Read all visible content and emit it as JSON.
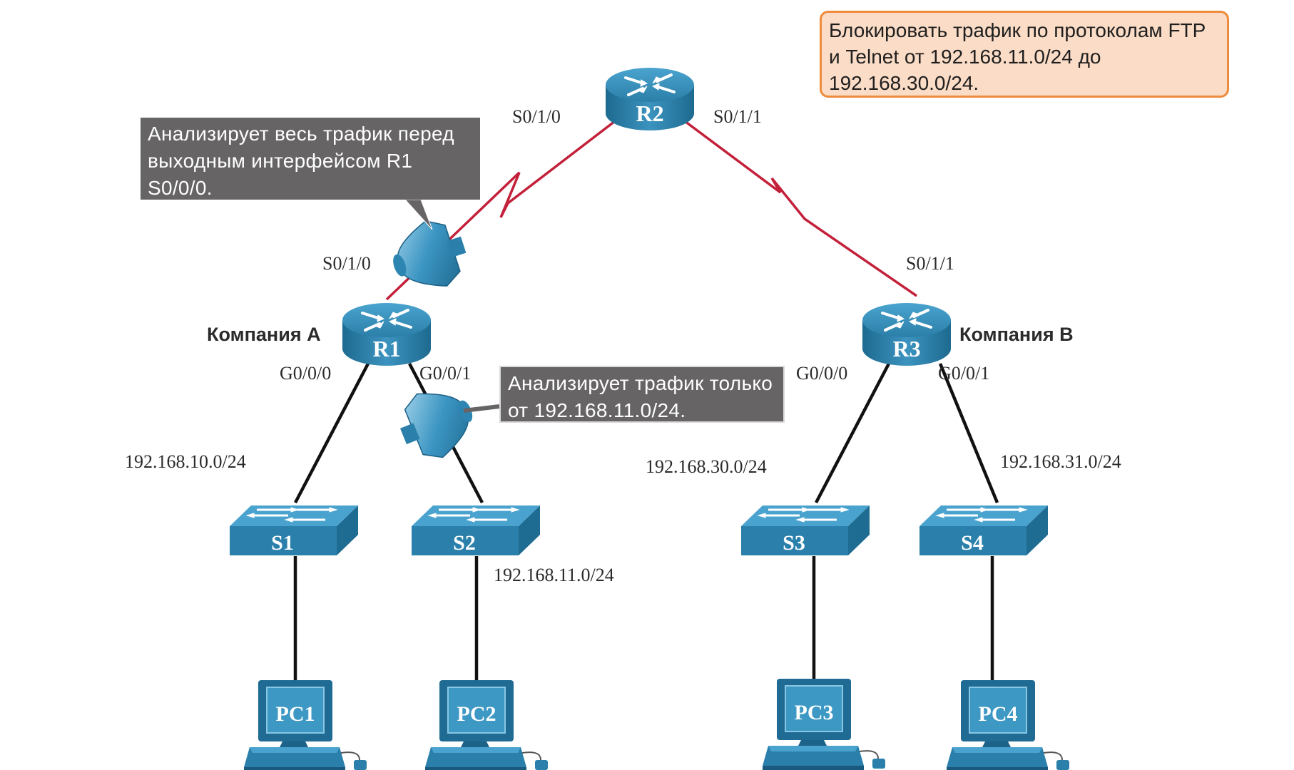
{
  "devices": {
    "r1": "R1",
    "r2": "R2",
    "r3": "R3",
    "s1": "S1",
    "s2": "S2",
    "s3": "S3",
    "s4": "S4",
    "pc1": "PC1",
    "pc2": "PC2",
    "pc3": "PC3",
    "pc4": "PC4"
  },
  "companies": {
    "a": "Компания A",
    "b": "Компания B"
  },
  "interfaces": {
    "r2_s010": "S0/1/0",
    "r2_s011": "S0/1/1",
    "r1_s010": "S0/1/0",
    "r3_s011": "S0/1/1",
    "r1_g000": "G0/0/0",
    "r1_g001": "G0/0/1",
    "r3_g000": "G0/0/0",
    "r3_g001": "G0/0/1"
  },
  "networks": {
    "n10": "192.168.10.0/24",
    "n11": "192.168.11.0/24",
    "n30": "192.168.30.0/24",
    "n31": "192.168.31.0/24"
  },
  "callouts": {
    "outbound": "Анализирует весь трафик перед выходным интерфейсом R1 S0/0/0.",
    "inbound": "Анализирует трафик только от 192.168.11.0/24."
  },
  "note": "Блокировать трафик по протоколам FTP и Telnet от 192.168.11.0/24 до 192.168.30.0/24.",
  "colors": {
    "serial_link": "#c3203a",
    "ethernet_link": "#111111",
    "device_blue": "#2a7ea8",
    "callout_bg": "#666464",
    "note_border": "#ee8b3c",
    "note_bg": "#fbdcc6"
  },
  "icons": {
    "router": "router-icon",
    "switch": "switch-icon",
    "pc": "pc-icon",
    "filter": "acl-filter-icon"
  }
}
